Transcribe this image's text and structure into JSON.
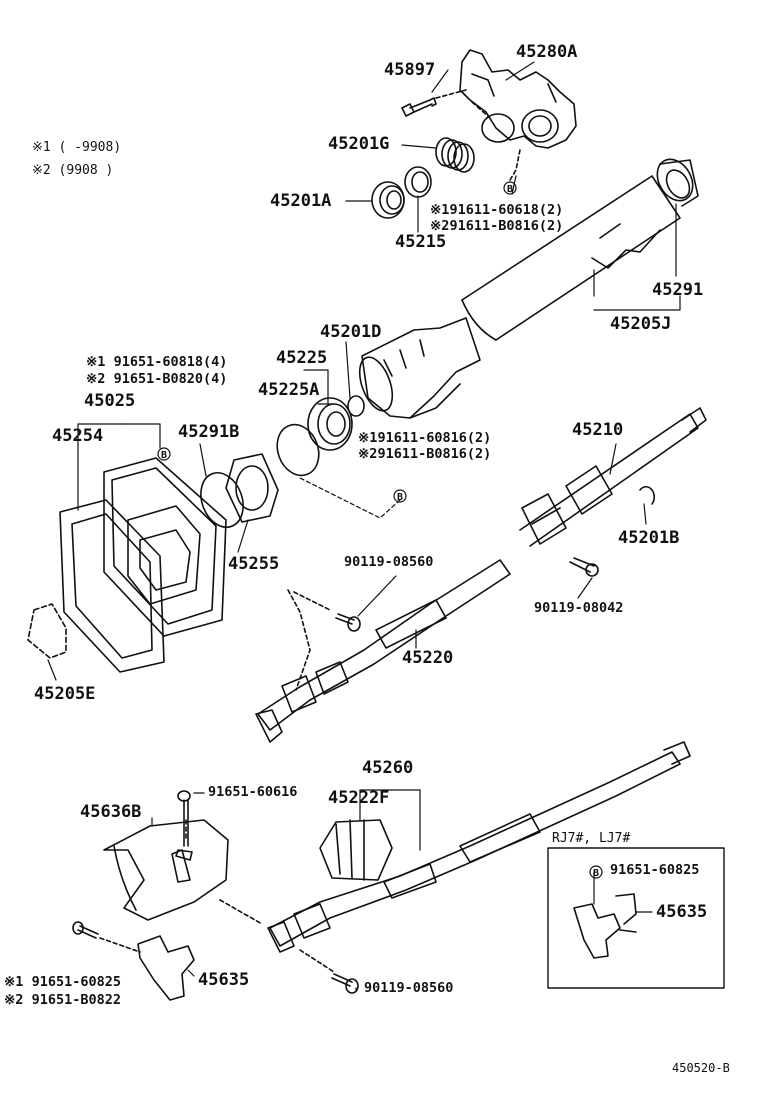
{
  "legend": {
    "line1": "※1 (     -9908)",
    "line2": "※2 (9908      )"
  },
  "parts": {
    "p45897": "45897",
    "p45280A": "45280A",
    "p45201G": "45201G",
    "p45201A": "45201A",
    "p45215": "45215",
    "bolt_top_1": "※191611-60618(2)",
    "bolt_top_2": "※291611-B0816(2)",
    "p45291": "45291",
    "p45205J": "45205J",
    "p45201D": "45201D",
    "p45225": "45225",
    "p45225A": "45225A",
    "bolt_mid_1": "※191611-60816(2)",
    "bolt_mid_2": "※291611-B0816(2)",
    "bolt_left_1": "※1 91651-60818(4)",
    "bolt_left_2": "※2 91651-B0820(4)",
    "p45025": "45025",
    "p45254": "45254",
    "p45291B": "45291B",
    "p45255": "45255",
    "p45210": "45210",
    "p45201B": "45201B",
    "p90119_08560_a": "90119-08560",
    "p90119_08042": "90119-08042",
    "p45220": "45220",
    "p45205E": "45205E",
    "p45260": "45260",
    "p91651_60616": "91651-60616",
    "p45222F": "45222F",
    "p45636B": "45636B",
    "bolt_bot_1": "※1 91651-60825",
    "bolt_bot_2": "※2 91651-B0822",
    "p45635_a": "45635",
    "p90119_08560_b": "90119-08560",
    "inset_title": "RJ7#, LJ7#",
    "inset_bolt": "91651-60825",
    "p45635_b": "45635"
  },
  "bolt_marker": "B",
  "diagram_code": "450520-B"
}
